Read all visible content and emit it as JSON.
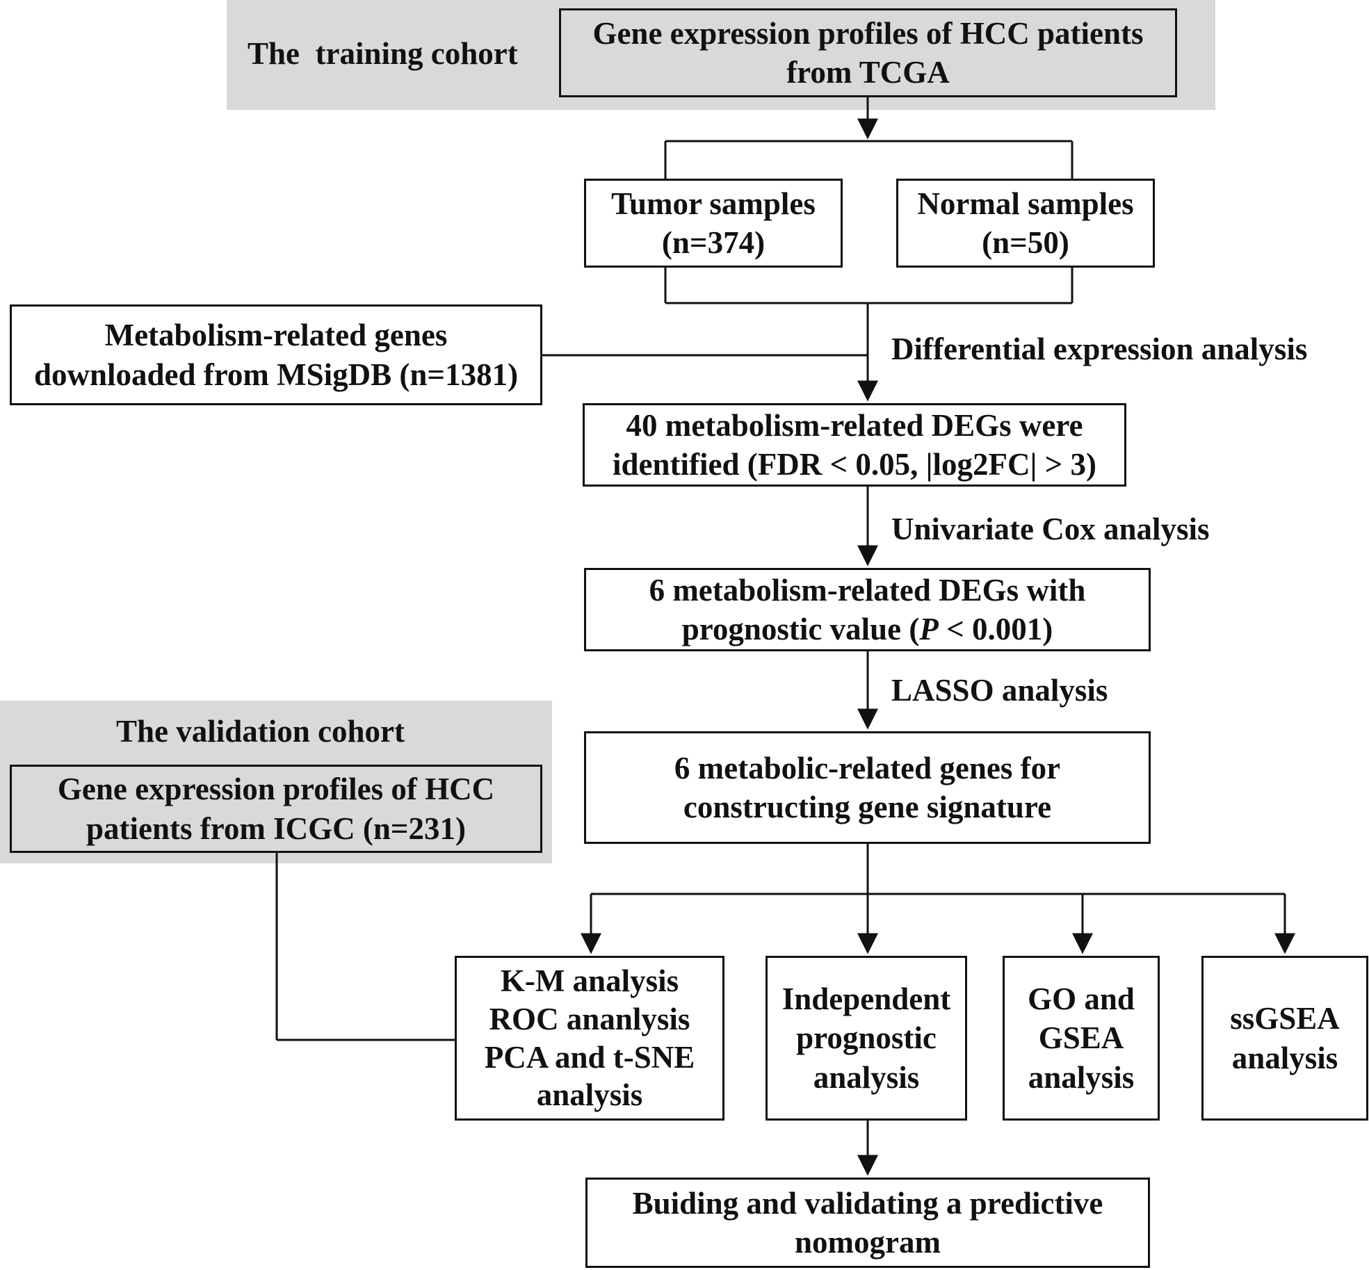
{
  "training": {
    "cohort_label": "The  training cohort",
    "tcga_box": [
      "Gene expression profiles of HCC patients",
      "from TCGA"
    ]
  },
  "samples": {
    "tumor": [
      "Tumor samples",
      "(n=374)"
    ],
    "normal": [
      "Normal samples",
      "(n=50)"
    ]
  },
  "msigdb_box": [
    "Metabolism-related genes",
    "downloaded from MSigDB (n=1381)"
  ],
  "steps": {
    "differential_label": "Differential expression analysis",
    "degs40_box": [
      "40 metabolism-related DEGs were",
      "identified (FDR < 0.05, |log2FC| > 3)"
    ],
    "univariate_label": "Univariate Cox analysis",
    "degs6_line1": "6 metabolism-related DEGs with",
    "degs6_line2_prefix": "prognostic value (",
    "degs6_line2_italic": "P",
    "degs6_line2_suffix": " < 0.001)",
    "lasso_label": "LASSO analysis",
    "signature_box": [
      "6 metabolic-related genes for",
      "constructing gene signature"
    ]
  },
  "validation": {
    "cohort_label": "The validation cohort",
    "icgc_box": [
      "Gene expression profiles of HCC",
      "patients from ICGC (n=231)"
    ]
  },
  "analyses": {
    "km": [
      "K-M analysis",
      "ROC ananlysis",
      "PCA and t-SNE",
      "analysis"
    ],
    "independent": [
      "Independent",
      "prognostic",
      "analysis"
    ],
    "go": [
      "GO and",
      "GSEA",
      "analysis"
    ],
    "ssgsea": [
      "ssGSEA",
      "analysis"
    ]
  },
  "nomogram_box": [
    "Buiding and validating a predictive",
    "nomogram"
  ],
  "colors": {
    "panel_grey": "#d9d9d9",
    "line": "#111111"
  }
}
